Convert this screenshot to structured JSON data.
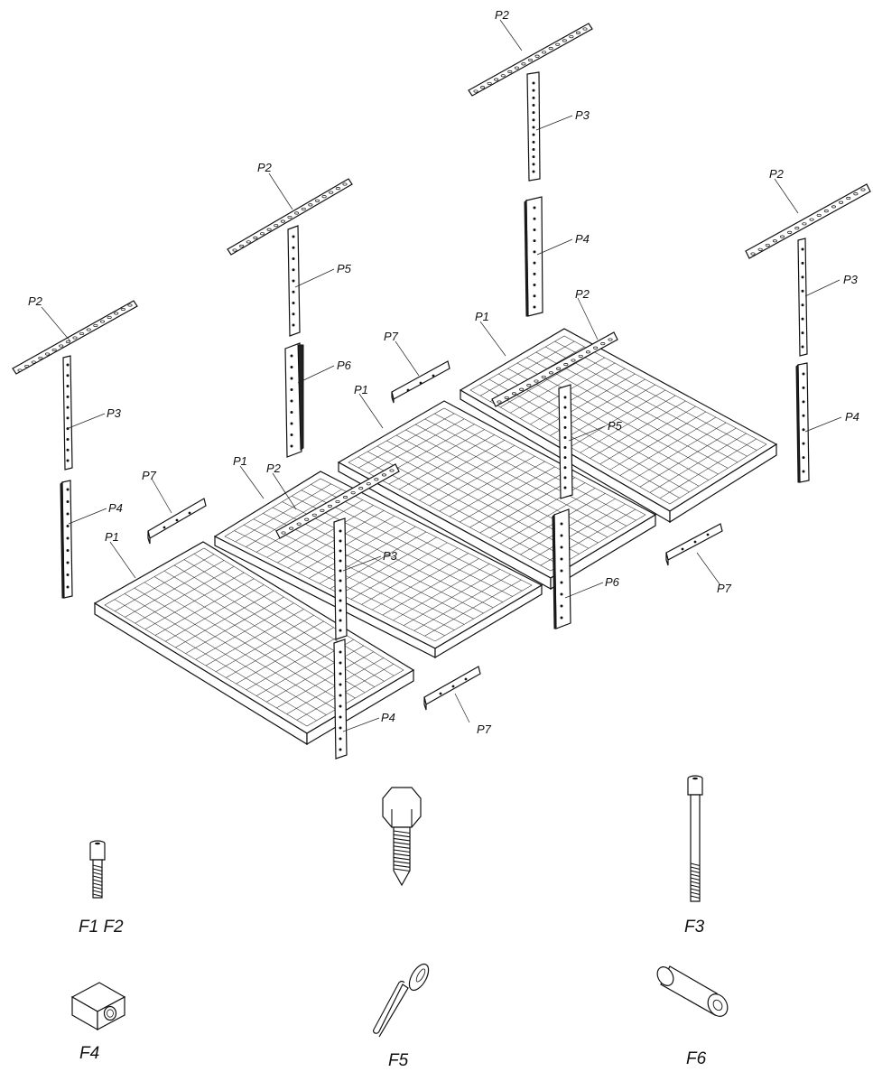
{
  "parts": {
    "p1": "P1",
    "p2": "P2",
    "p3": "P3",
    "p4": "P4",
    "p5": "P5",
    "p6": "P6",
    "p7": "P7"
  },
  "fasteners": {
    "f1f2": "F1 F2",
    "f3": "F3",
    "f4": "F4",
    "f5": "F5",
    "f6": "F6"
  }
}
